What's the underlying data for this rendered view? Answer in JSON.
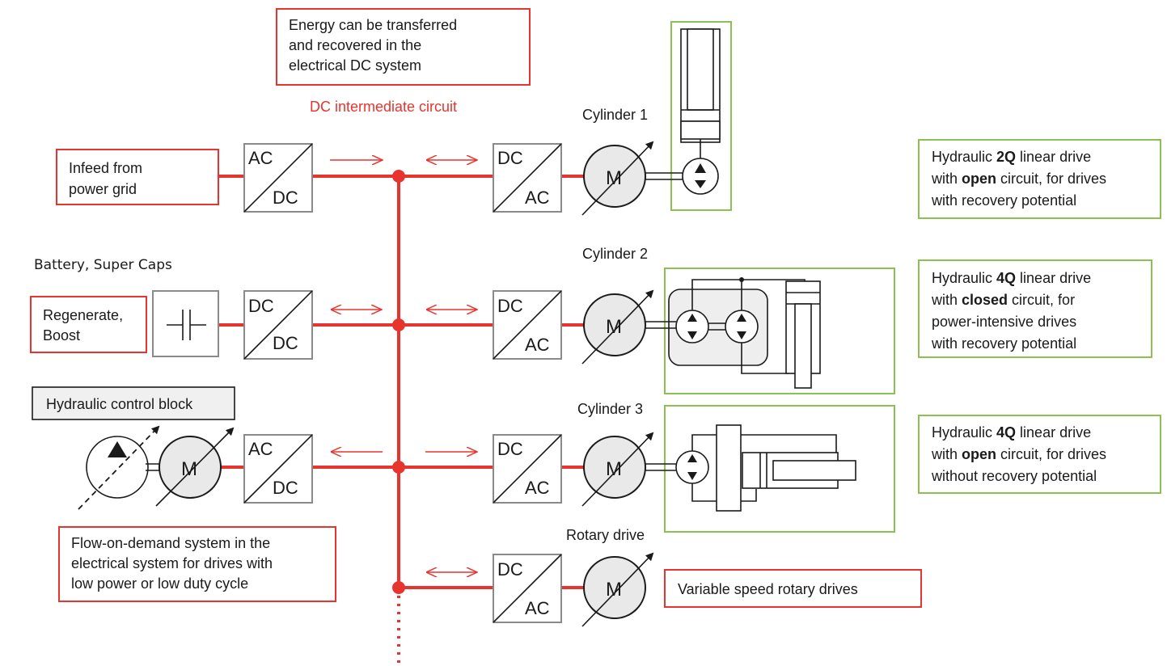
{
  "top_note": {
    "lines": [
      "Energy can be transferred",
      "and recovered in the",
      "electrical DC system"
    ]
  },
  "bus_label": "DC intermediate circuit",
  "infeed": {
    "lines": [
      "Infeed from",
      "power grid"
    ]
  },
  "storage": {
    "heading": "Battery, Super Caps",
    "lines": [
      "Regenerate,",
      "Boost"
    ]
  },
  "control_block": "Hydraulic control block",
  "flow_note": {
    "lines": [
      "Flow-on-demand system in the",
      "electrical system for drives with",
      "low power or low duty cycle"
    ]
  },
  "converters": {
    "ac": "AC",
    "dc": "DC"
  },
  "motor_label": "M",
  "drives": [
    {
      "name": "Cylinder 1"
    },
    {
      "name": "Cylinder 2"
    },
    {
      "name": "Cylinder 3"
    },
    {
      "name": "Rotary drive"
    }
  ],
  "rotary_note": "Variable speed rotary drives",
  "notes": [
    {
      "l1_pre": "Hydraulic ",
      "l1_bold": "2Q",
      "l1_post": " linear drive",
      "l2_pre": "with ",
      "l2_bold": "open",
      "l2_post": " circuit, for drives",
      "l3": "with recovery potential",
      "l4": ""
    },
    {
      "l1_pre": "Hydraulic ",
      "l1_bold": "4Q",
      "l1_post": " linear drive",
      "l2_pre": "with ",
      "l2_bold": "closed",
      "l2_post": " circuit, for",
      "l3": "power-intensive drives",
      "l4": "with recovery potential"
    },
    {
      "l1_pre": "Hydraulic ",
      "l1_bold": "4Q",
      "l1_post": " linear drive",
      "l2_pre": "with ",
      "l2_bold": "open",
      "l2_post": " circuit, for drives",
      "l3": "without recovery potential",
      "l4": ""
    }
  ],
  "colors": {
    "bus": "#e8342f",
    "note_border_red": "#e8342f",
    "note_border_green": "#8cc152",
    "motor_fill": "#e9e9e9"
  }
}
